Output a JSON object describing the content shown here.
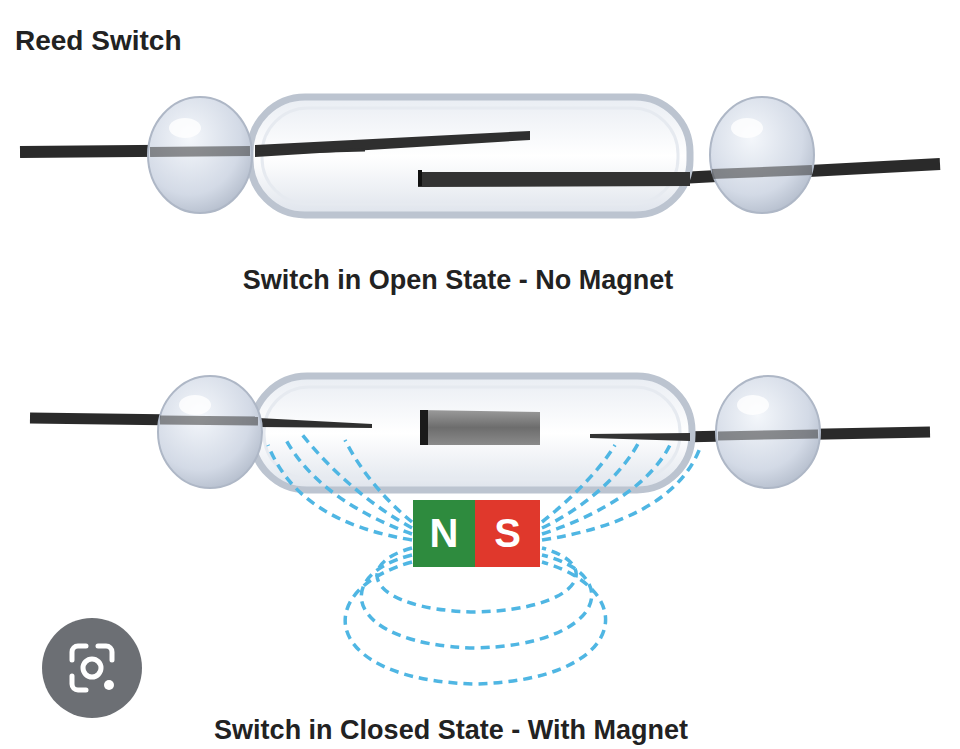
{
  "diagram": {
    "title": "Reed Switch",
    "nodes": [
      {
        "text": [
          "N"
        ]
      },
      {
        "text": [
          "S"
        ]
      }
    ],
    "labels": [
      "Switch in Open State - No Magnet",
      "Switch in Closed State - With Magnet"
    ]
  }
}
